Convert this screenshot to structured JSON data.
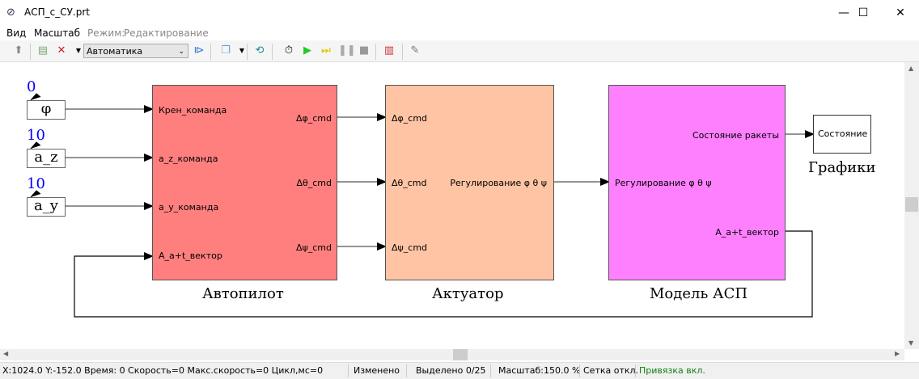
{
  "window": {
    "title": "АСП_с_СУ.prt",
    "minimize": "—",
    "maximize": "☐",
    "close": "✕"
  },
  "menu": {
    "items": [
      "Вид",
      "Масштаб"
    ],
    "mode_label": "Режим:",
    "mode_value": "Редактирование"
  },
  "toolbar": {
    "combo_value": "Автоматика"
  },
  "diagram": {
    "sources": [
      {
        "label": "φ",
        "value": "0"
      },
      {
        "label": "a_z",
        "value": "10"
      },
      {
        "label": "a_y",
        "value": "10"
      }
    ],
    "autopilot": {
      "caption": "Автопилот",
      "inputs": [
        "Крен_команда",
        "a_z_команда",
        "a_y_команда",
        "A_a+t_вектор"
      ],
      "outputs": [
        "Δφ_cmd",
        "Δθ_cmd",
        "Δψ_cmd"
      ],
      "color": "#ff7f7f"
    },
    "actuator": {
      "caption": "Актуатор",
      "inputs": [
        "Δφ_cmd",
        "Δθ_cmd",
        "Δψ_cmd"
      ],
      "output": "Регулирование φ θ ψ",
      "color": "#ffc4a4"
    },
    "model": {
      "caption": "Модель АСП",
      "input": "Регулирование φ θ ψ",
      "outputs": [
        "Состояние ракеты",
        "A_a+t_вектор"
      ],
      "color": "#ff80ff"
    },
    "graphs": {
      "caption": "Графики",
      "label": "Состояние"
    }
  },
  "status": {
    "coords": "X:1024.0  Y:-152.0 Время: 0 Скорость=0 Макс.скорость=0 Цикл,мс=0",
    "modified": "Изменено",
    "selected": "Выделено 0/25",
    "zoom": "Масштаб:150.0 %",
    "grid": "Сетка откл.",
    "snap": "Привязка вкл.",
    "snap_color": "#108010"
  }
}
